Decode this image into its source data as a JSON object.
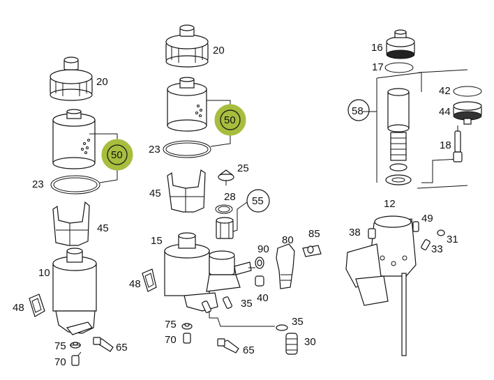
{
  "highlight_color": "#a7bd3e",
  "line_color": "#111111",
  "callouts": {
    "left": {
      "n20": "20",
      "n50": "50",
      "n23": "23",
      "n45": "45",
      "n10": "10",
      "n48": "48",
      "n75": "75",
      "n65": "65",
      "n70": "70"
    },
    "middle": {
      "n20": "20",
      "n50": "50",
      "n23": "23",
      "n25": "25",
      "n45": "45",
      "n28": "28",
      "n55": "55",
      "n15": "15",
      "n90": "90",
      "n80": "80",
      "n85": "85",
      "n48": "48",
      "n40": "40",
      "n35a": "35",
      "n75": "75",
      "n35b": "35",
      "n70": "70",
      "n65": "65",
      "n30": "30"
    },
    "right": {
      "n16": "16",
      "n17": "17",
      "n58": "58",
      "n42": "42",
      "n44": "44",
      "n18": "18",
      "n12": "12",
      "n49": "49",
      "n38": "38",
      "n31": "31",
      "n33": "33"
    }
  }
}
